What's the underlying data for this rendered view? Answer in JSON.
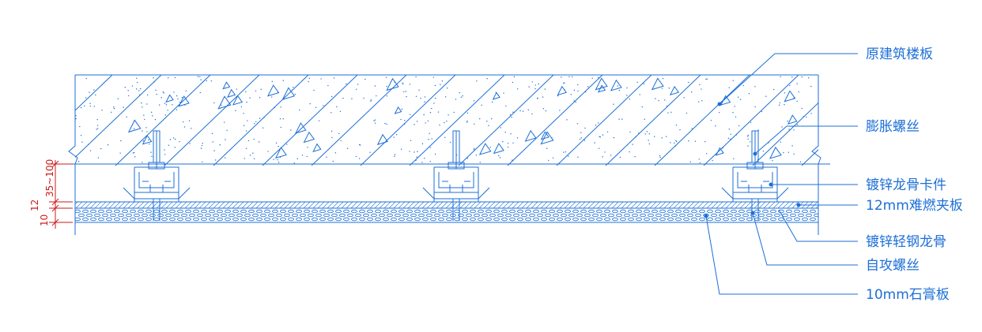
{
  "colors": {
    "line": "#1c6fd6",
    "dim": "#cc1a1a",
    "background": "#ffffff"
  },
  "labels": [
    {
      "id": "floor-slab",
      "text": "原建筑楼板"
    },
    {
      "id": "expansion-bolt",
      "text": "膨胀螺丝"
    },
    {
      "id": "keel-clip",
      "text": "镀锌龙骨卡件"
    },
    {
      "id": "fire-board",
      "text": "12mm难燃夹板"
    },
    {
      "id": "light-steel-keel",
      "text": "镀锌轻钢龙骨"
    },
    {
      "id": "self-tapping-screw",
      "text": "自攻螺丝"
    },
    {
      "id": "gypsum-board",
      "text": "10mm石膏板"
    }
  ],
  "dimensions": {
    "gap": "35~100",
    "board_12": "12",
    "board_10": "10"
  }
}
